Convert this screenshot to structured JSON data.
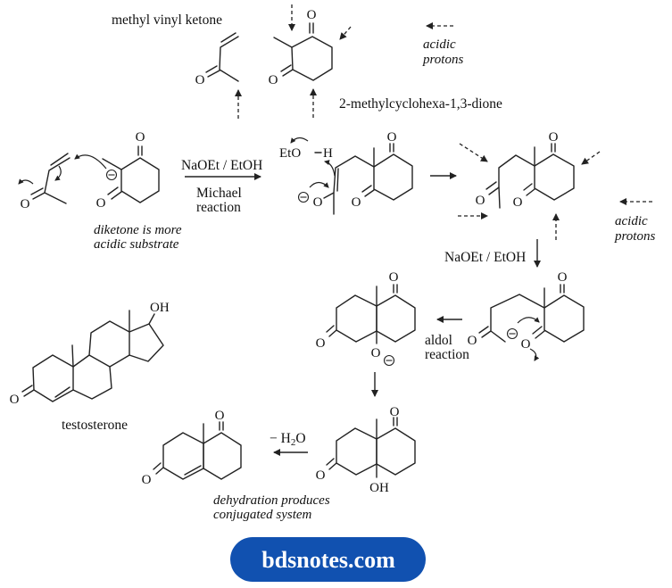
{
  "labels": {
    "mvk": "methyl vinyl ketone",
    "dione": "2-methylcyclohexa-1,3-dione",
    "testosterone": "testosterone"
  },
  "annotations": {
    "acidic_top": [
      "acidic",
      "protons"
    ],
    "acidic_mid": [
      "acidic",
      "protons"
    ],
    "diketone_note": [
      "diketone is more",
      "acidic substrate"
    ],
    "dehydration_note": [
      "dehydration produces",
      "conjugated system"
    ],
    "michael": [
      "Michael",
      "reaction"
    ],
    "aldol": [
      "aldol",
      "reaction"
    ]
  },
  "reagents": {
    "naoet_etoh_1": "NaOEt / EtOH",
    "naoet_etoh_2": "NaOEt / EtOH",
    "eto": "EtO",
    "h": "H",
    "minus_h2o": {
      "pre": "− H",
      "sub": "2",
      "post": "O"
    }
  },
  "atoms": {
    "o": "O",
    "oh": "OH"
  },
  "banner": {
    "label": "bdsnotes.com",
    "bg": "#1151b0",
    "fg": "#ffffff"
  }
}
